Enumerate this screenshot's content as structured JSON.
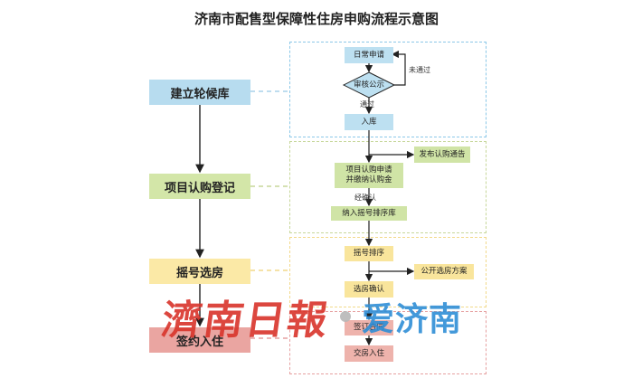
{
  "title": "济南市配售型保障性住房申购流程示意图",
  "stages": {
    "candidate_pool": "建立轮候库",
    "project_registration": "项目认购登记",
    "lottery_selection": "摇号选房",
    "sign_move_in": "签约入住"
  },
  "steps": {
    "daily_application": "日常申请",
    "review_publicity": "审核公示",
    "not_passed": "未通过",
    "passed": "通过",
    "enter_pool": "入库",
    "publish_notice": "发布认购通告",
    "project_application_line1": "项目认购申请",
    "project_application_line2": "并缴纳认购金",
    "after_confirmation": "经确认",
    "lottery_queue": "纳入摇号排序库",
    "lottery_ranking": "摇号排序",
    "public_plan": "公开选房方案",
    "confirm_selection": "选房确认",
    "sign_contract": "签订合同",
    "handover": "交房入住"
  },
  "watermark": {
    "left": "濟南日報",
    "right": "爱济南"
  },
  "colors": {
    "stage_blue": "#b7dcef",
    "stage_green": "#d3e6a8",
    "stage_yellow": "#fbe9a6",
    "stage_red": "#eaa5a1",
    "step_blue": "#bde0f1",
    "step_green": "#d0e4a6",
    "step_yellow": "#f9e59c",
    "step_red": "#eeb3ac",
    "region_blue": "#8cc8e8",
    "region_green": "#c7d79a",
    "region_yellow": "#f2d98a",
    "region_red": "#e6a0a0",
    "connector_dash": "#a9d2ea",
    "arrow": "#222222"
  }
}
